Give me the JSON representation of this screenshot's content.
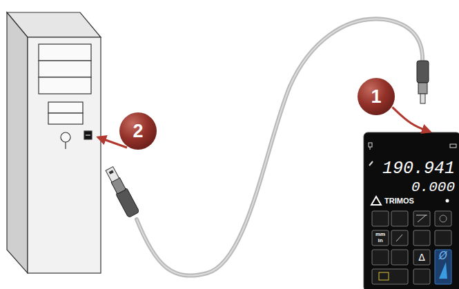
{
  "diagram": {
    "nodes": [
      {
        "text": [
          "1"
        ]
      },
      {
        "text": [
          "2"
        ]
      },
      {
        "text": [
          "190.941",
          "0.000",
          "TRIMOS",
          "mm",
          "in",
          "Δ",
          "Ø"
        ]
      }
    ],
    "edges": [
      {
        "from": 0,
        "to": 2,
        "arrow": "to"
      }
    ]
  }
}
